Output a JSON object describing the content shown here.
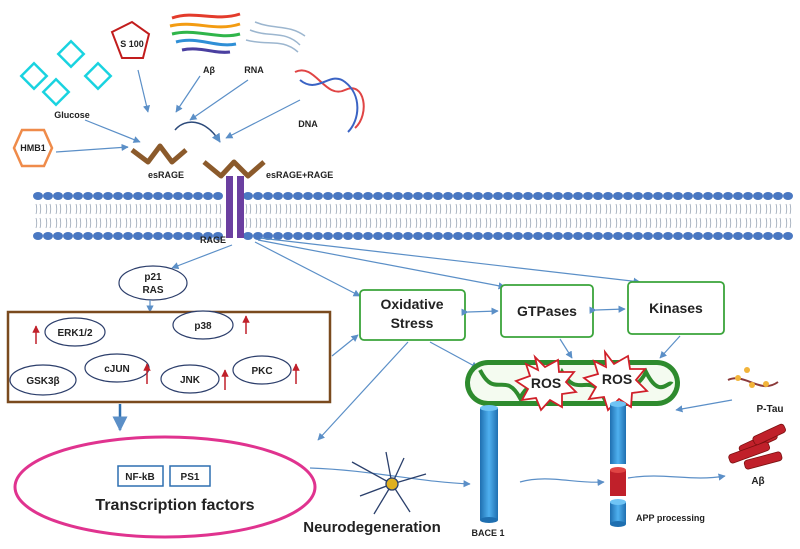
{
  "ligands": {
    "s100": "S 100",
    "glucose": "Glucose",
    "abeta": "Aβ",
    "rna": "RNA",
    "dna": "DNA",
    "hmb1": "HMB1"
  },
  "receptors": {
    "esrage": "esRAGE",
    "esrage_rage": "esRAGE+RAGE",
    "rage": "RAGE"
  },
  "signaling": {
    "p21": "p21",
    "ras": "RAS",
    "kinases": [
      "ERK1/2",
      "p38",
      "GSK3β",
      "cJUN",
      "JNK",
      "PKC"
    ]
  },
  "boxes": {
    "oxidative_1": "Oxidative",
    "oxidative_2": "Stress",
    "gtpases": "GTPases",
    "kinases": "Kinases"
  },
  "mito": {
    "ros": "ROS"
  },
  "right_side": {
    "ptau": "P-Tau",
    "abeta": "Aβ",
    "app_processing": "APP processing",
    "bace1": "BACE 1"
  },
  "bottom": {
    "nfkb": "NF-kB",
    "ps1": "PS1",
    "transcription_factors": "Transcription factors",
    "neurodegeneration": "Neurodegeneration"
  },
  "colors": {
    "arrow": "#5b8fc7",
    "membrane_head": "#4a78c2",
    "green_box": "#3aa43a",
    "brown_box": "#7a4a1e",
    "magenta": "#e0338f",
    "rage_purple": "#6b3fa0",
    "esrage_brown": "#8b5a2b",
    "red_arrow": "#c0202a",
    "mito_green": "#2e8b2e",
    "cylinder_blue": "#2d8fd6"
  }
}
